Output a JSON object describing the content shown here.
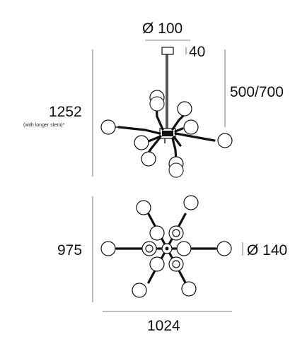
{
  "dimensions": {
    "canopy_diameter": "Ø 100",
    "canopy_height": "40",
    "body_height": "500/700",
    "total_height": "1252",
    "total_height_note": "(with longer stem)*",
    "plan_depth": "975",
    "bulb_diameter": "Ø 140",
    "plan_width": "1024"
  }
}
